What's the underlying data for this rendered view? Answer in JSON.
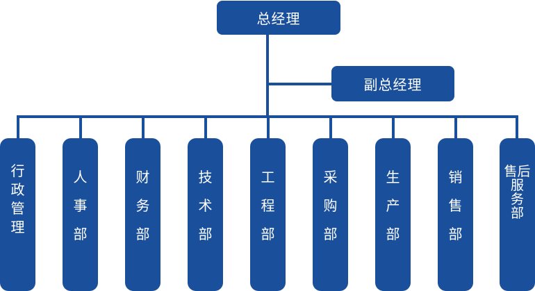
{
  "chart": {
    "ceo": "总经理",
    "deputy": "副总经理",
    "departments": [
      "行政管理",
      "人事部",
      "财务部",
      "技术部",
      "工程部",
      "采购部",
      "生产部",
      "销售部",
      "售后服务部"
    ]
  },
  "colors": {
    "box": "#1a4f9c",
    "text": "#ffffff",
    "background": "#ffffff"
  }
}
